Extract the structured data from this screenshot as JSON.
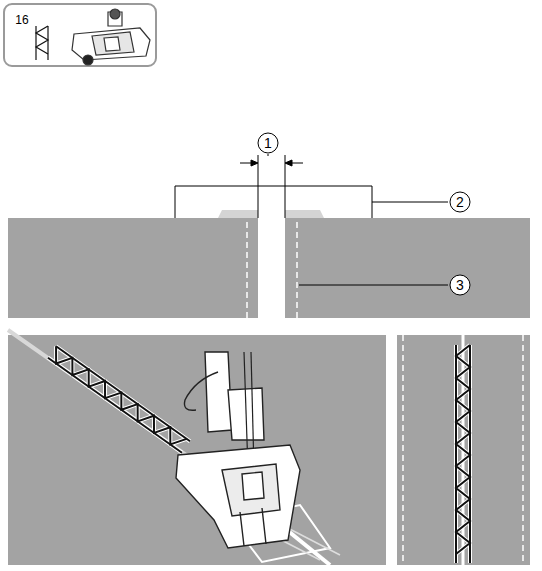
{
  "diagram": {
    "labels": [
      "16",
      "1",
      "2",
      "3"
    ]
  }
}
